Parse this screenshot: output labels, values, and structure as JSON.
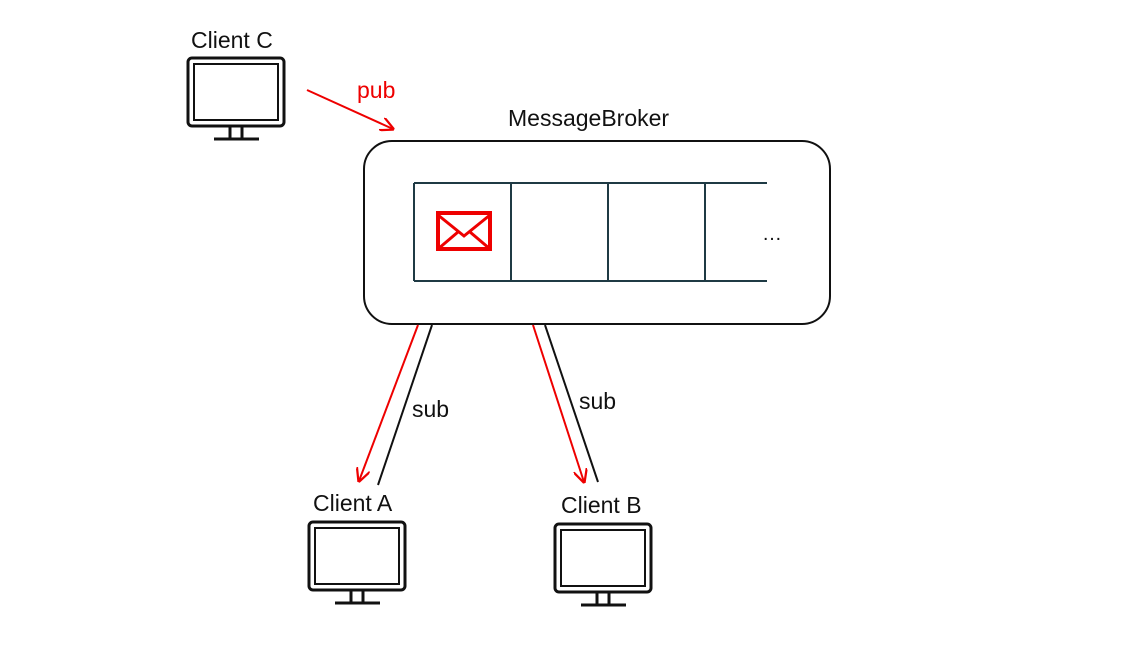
{
  "colors": {
    "stroke": "#111111",
    "accent": "#ee0000",
    "queue_border": "#1f3a44",
    "background": "#ffffff"
  },
  "broker": {
    "title": "MessageBroker",
    "queue_slots": [
      {
        "content": "envelope-icon"
      },
      {
        "content": ""
      },
      {
        "content": ""
      },
      {
        "content": "…"
      }
    ]
  },
  "clients": {
    "c": {
      "label": "Client C",
      "icon": "monitor-icon"
    },
    "a": {
      "label": "Client A",
      "icon": "monitor-icon"
    },
    "b": {
      "label": "Client B",
      "icon": "monitor-icon"
    }
  },
  "edges": {
    "publish": {
      "label": "pub",
      "from": "Client C",
      "to": "MessageBroker"
    },
    "subscribe_a": {
      "label": "sub",
      "from": "Client A",
      "to": "MessageBroker"
    },
    "subscribe_b": {
      "label": "sub",
      "from": "Client B",
      "to": "MessageBroker"
    },
    "deliver_a": {
      "from": "MessageBroker",
      "to": "Client A"
    },
    "deliver_b": {
      "from": "MessageBroker",
      "to": "Client B"
    }
  }
}
